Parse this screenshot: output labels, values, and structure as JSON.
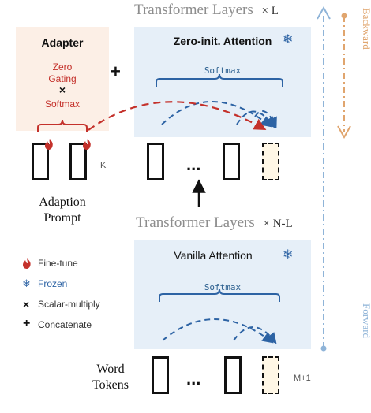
{
  "top_block": {
    "title": "Transformer Layers",
    "multiplier": "× L",
    "attention_label": "Zero-init. Attention",
    "softmax_label": "Softmax"
  },
  "adapter": {
    "title": "Adapter",
    "gate_line1": "Zero",
    "gate_line2": "Gating",
    "times_symbol": "×",
    "softmax_label": "Softmax",
    "token_count": "K",
    "caption_line1": "Adaption",
    "caption_line2": "Prompt"
  },
  "plus_symbol": "+",
  "ellipsis": "...",
  "bottom_block": {
    "title": "Transformer Layers",
    "multiplier": "× N-L",
    "attention_label": "Vanilla Attention",
    "softmax_label": "Softmax"
  },
  "word_tokens": {
    "caption_line1": "Word",
    "caption_line2": "Tokens",
    "count_label": "M+1"
  },
  "legend": [
    {
      "icon": "flame-icon",
      "label": "Fine-tune",
      "color": "#c4312b"
    },
    {
      "icon": "snowflake-icon",
      "label": "Frozen",
      "color": "#2d63a4"
    },
    {
      "icon": "times-icon",
      "label": "Scalar-multiply",
      "color": "#333333"
    },
    {
      "icon": "plus-icon",
      "label": "Concatenate",
      "color": "#333333"
    }
  ],
  "side_axis": {
    "backward_label": "Backward",
    "forward_label": "Forward",
    "backward_color": "#e0a56e",
    "forward_color": "#8fb4d8"
  }
}
